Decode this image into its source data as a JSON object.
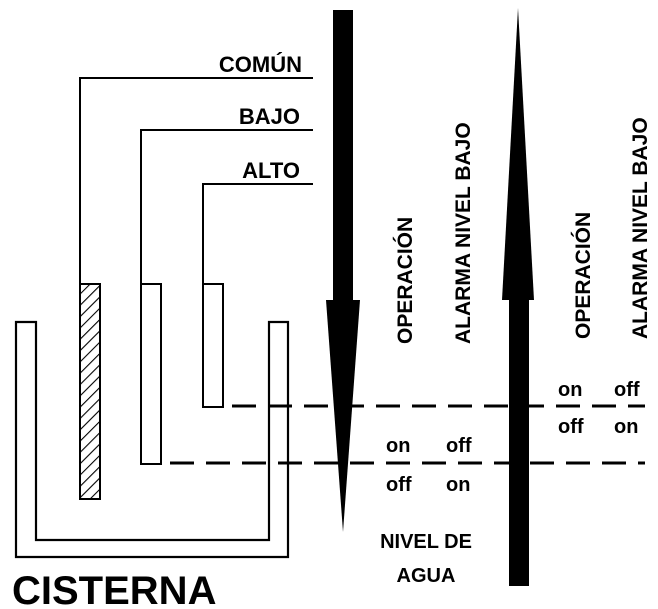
{
  "diagram": {
    "title": "CISTERNA",
    "electrodes": {
      "common": "COMÚN",
      "low": "BAJO",
      "high": "ALTO"
    },
    "column_headers": {
      "left_operation": "OPERACIÓN",
      "left_alarm": "ALARMA NIVEL BAJO",
      "right_operation": "OPERACIÓN",
      "right_alarm": "ALARMA NIVEL BAJO"
    },
    "descending_states": {
      "operation_above": "on",
      "alarm_above": "off",
      "operation_below": "off",
      "alarm_below": "on"
    },
    "ascending_states": {
      "operation_above": "on",
      "alarm_above": "off",
      "operation_below": "off",
      "alarm_below": "on"
    },
    "water_level_label_line1": "NIVEL DE",
    "water_level_label_line2": "AGUA"
  }
}
